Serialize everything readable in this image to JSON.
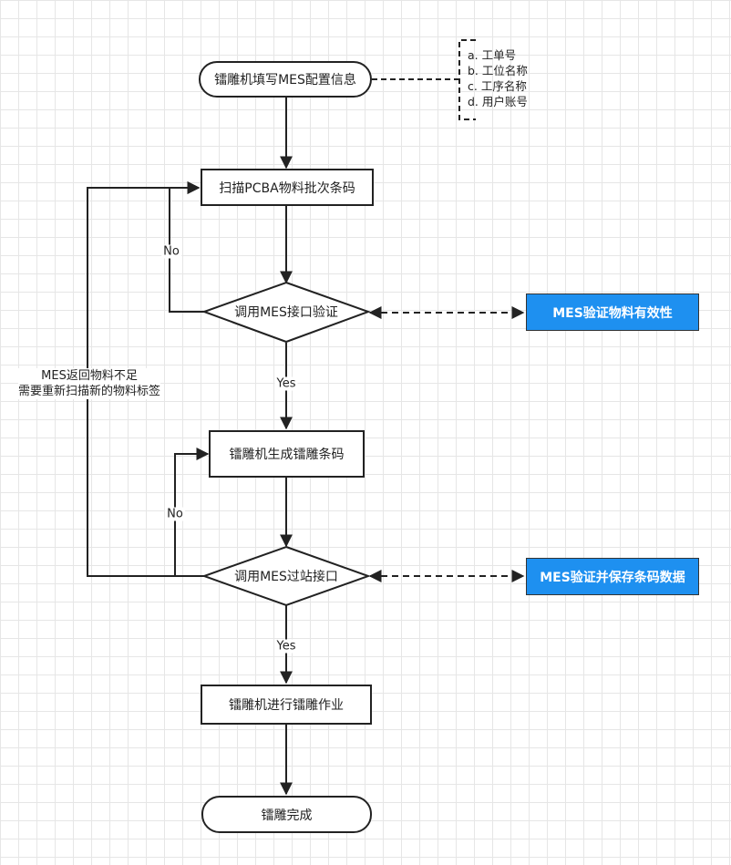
{
  "nodes": {
    "start": "镭雕机填写MES配置信息",
    "scan": "扫描PCBA物料批次条码",
    "check_material": "调用MES接口验证",
    "generate_code": "镭雕机生成镭雕条码",
    "pass_station": "调用MES过站接口",
    "engrave": "镭雕机进行镭雕作业",
    "end": "镭雕完成"
  },
  "notes": {
    "config_items": [
      "a. 工单号",
      "b. 工位名称",
      "c. 工序名称",
      "d. 用户账号"
    ],
    "insufficient_line1": "MES返回物料不足",
    "insufficient_line2": "需要重新扫描新的物料标签"
  },
  "external": {
    "validate_material": "MES验证物料有效性",
    "save_barcode": "MES验证并保存条码数据"
  },
  "edges": {
    "no_1": "No",
    "yes_1": "Yes",
    "no_2": "No",
    "yes_2": "Yes"
  },
  "colors": {
    "external_box": "#1e90f0",
    "line": "#222222",
    "grid": "#e6e6e6"
  }
}
